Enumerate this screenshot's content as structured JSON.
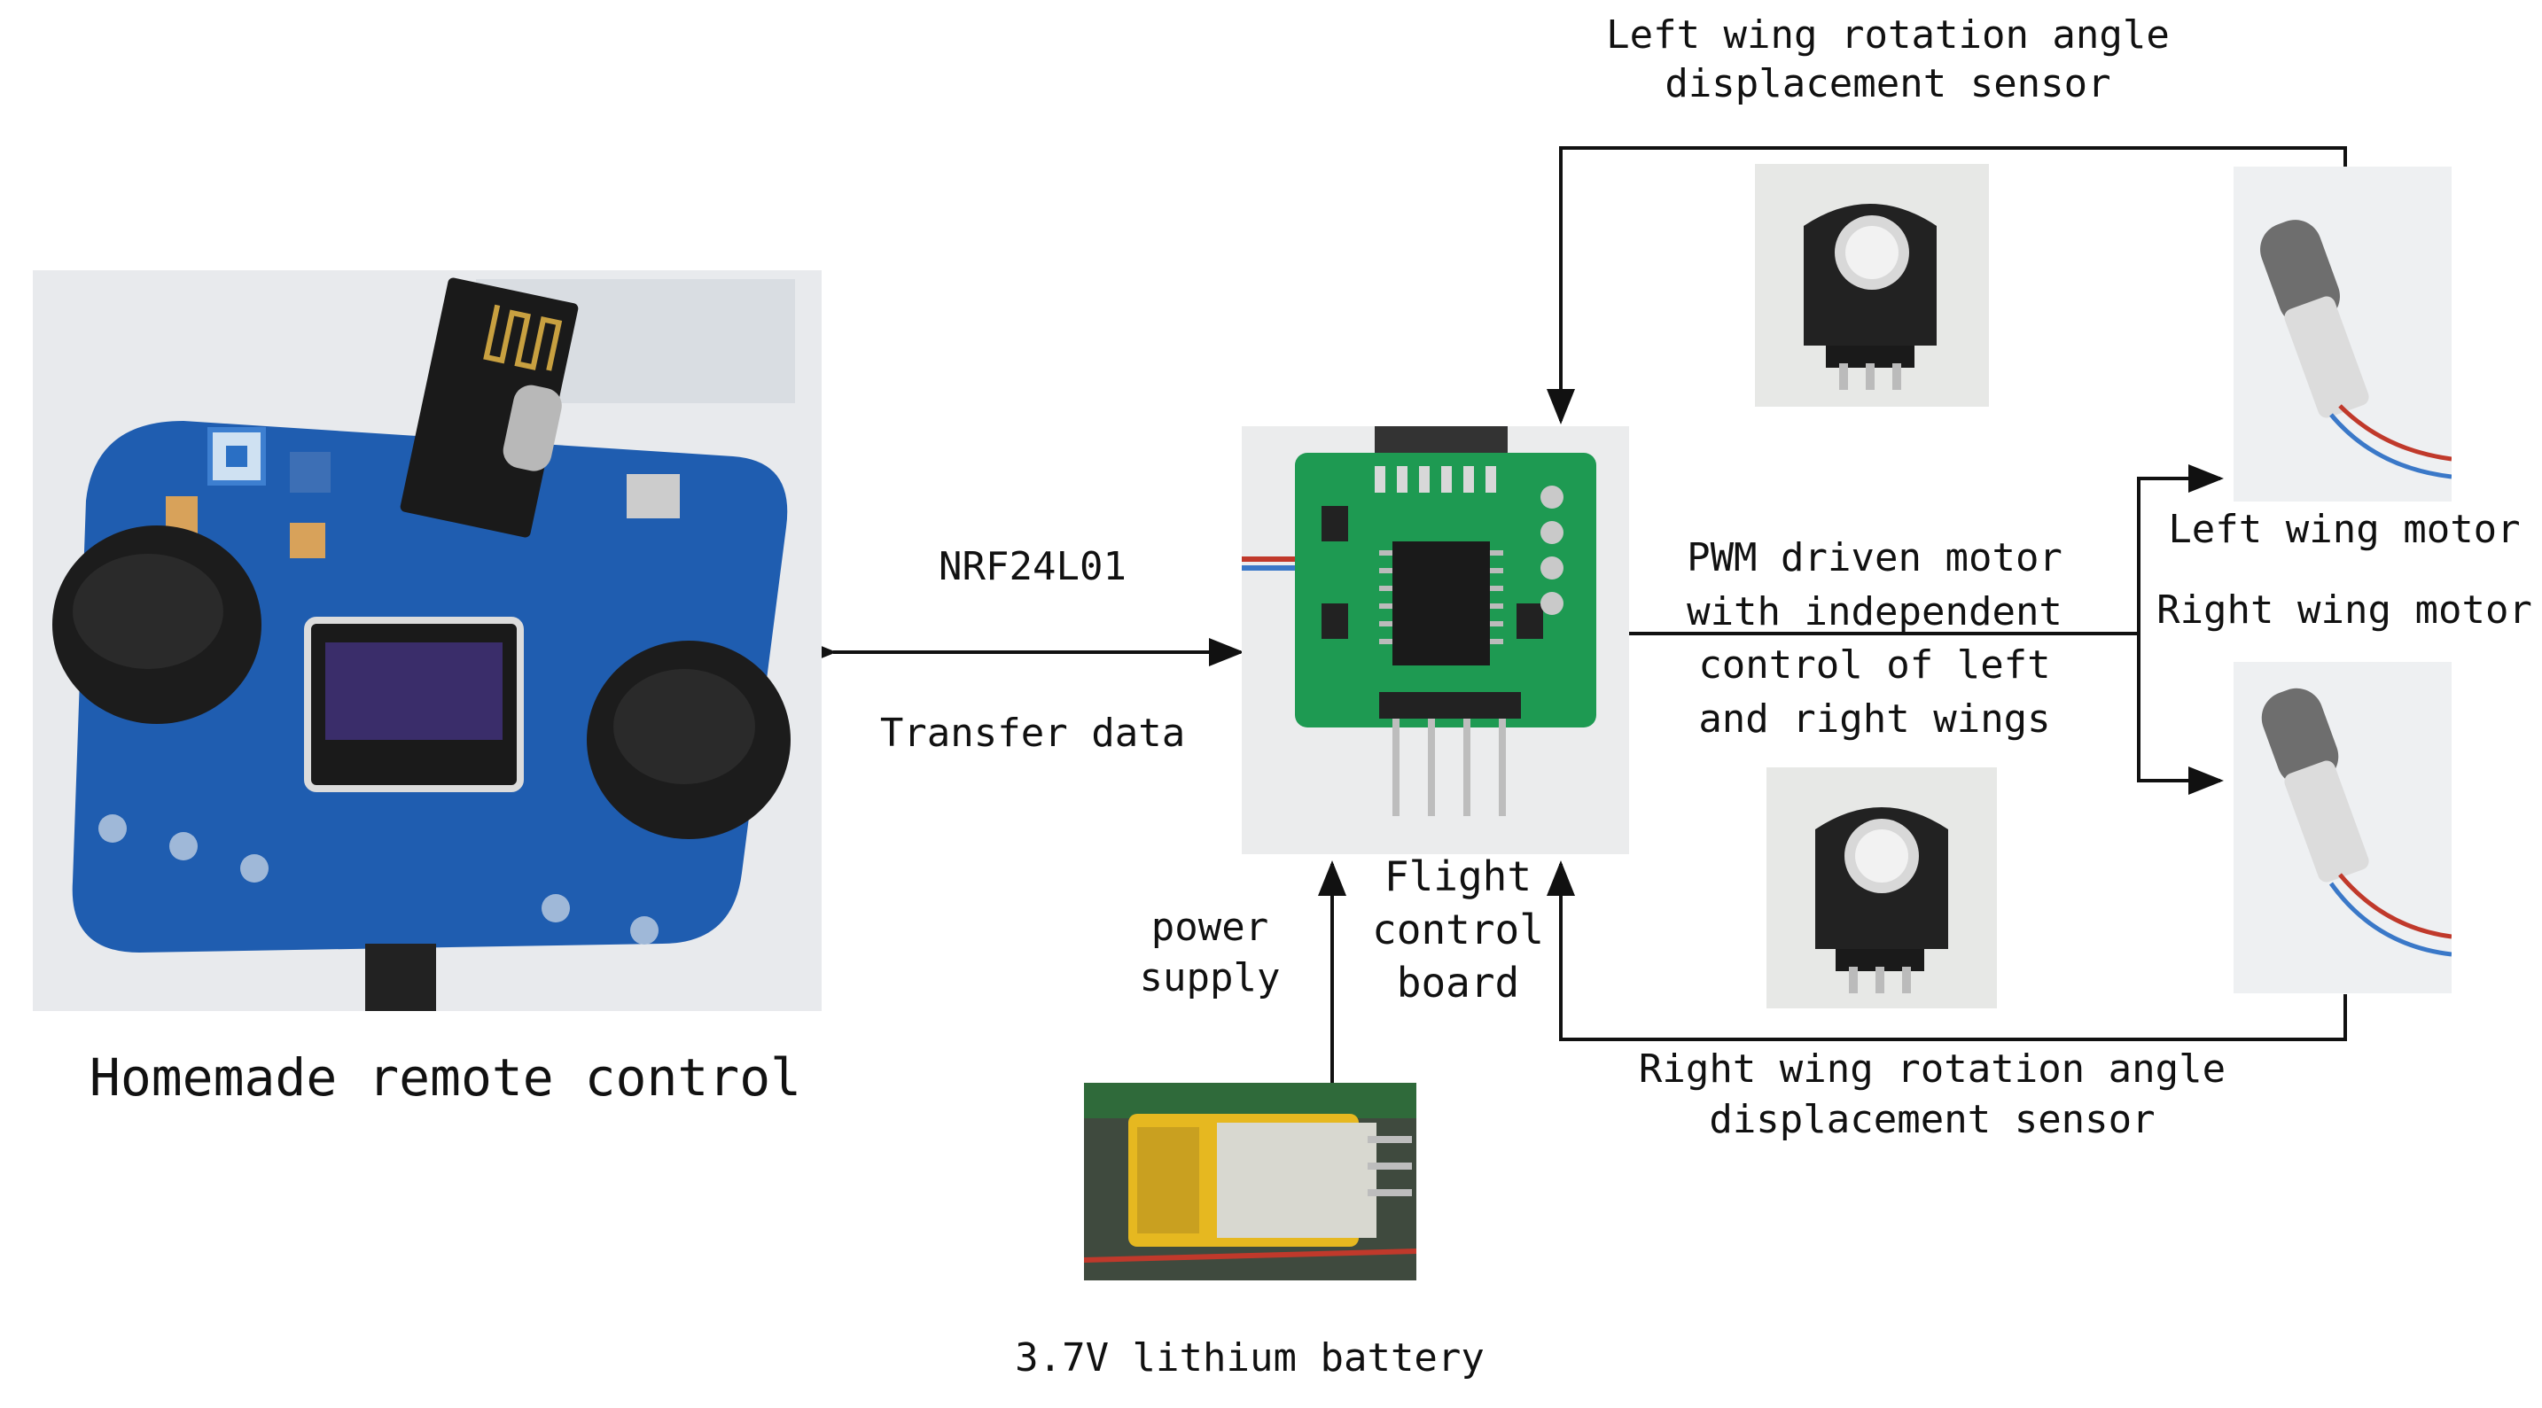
{
  "labels": {
    "remote": "Homemade remote control",
    "nrf": "NRF24L01",
    "transfer": "Transfer data",
    "power_supply": "power\nsupply",
    "flight_board": "Flight\ncontrol\nboard",
    "battery": "3.7V lithium battery",
    "pwm": "PWM driven motor\nwith independent\ncontrol of left\nand right wings",
    "left_sensor": "Left wing rotation angle\ndisplacement sensor",
    "right_sensor": "Right wing rotation angle\ndisplacement sensor",
    "left_motor": "Left wing motor",
    "right_motor": "Right wing motor"
  },
  "colors": {
    "line": "#111111",
    "pcb_blue": "#1f5db0",
    "pcb_green": "#1e9a52",
    "joystick": "#1c1c1c",
    "sensor_body": "#222222",
    "battery_yellow": "#e6b820",
    "motor_gray": "#6e6e6e",
    "wire_red": "#c0392b",
    "wire_blue": "#3a78c8",
    "photo_bg": "#e9ebee"
  }
}
